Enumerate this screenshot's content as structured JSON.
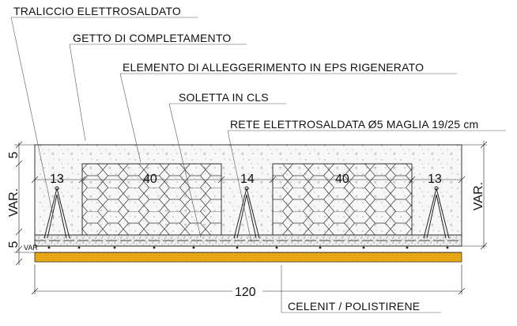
{
  "labels": {
    "traliccio": "TRALICCIO ELETTROSALDATO",
    "getto": "GETTO DI COMPLETAMENTO",
    "elemento": "ELEMENTO DI ALLEGGERIMENTO IN EPS RIGENERATO",
    "soletta": "SOLETTA IN CLS",
    "rete": "RETE ELETTROSALDATA Ø5 MAGLIA 19/25 cm",
    "celenit": "CELENIT / POLISTIRENE"
  },
  "dimensions": {
    "rib_left": "13",
    "block_left": "40",
    "rib_center": "14",
    "block_right": "40",
    "rib_right": "13",
    "total_width": "120",
    "top_slab": "5",
    "bottom_slab": "5",
    "height_left": "VAR.",
    "height_right": "VAR.",
    "celenit_thickness": "VAR"
  },
  "colors": {
    "concrete": "#f7f7f7",
    "celenit": "#f2b21c",
    "line": "#222222"
  }
}
